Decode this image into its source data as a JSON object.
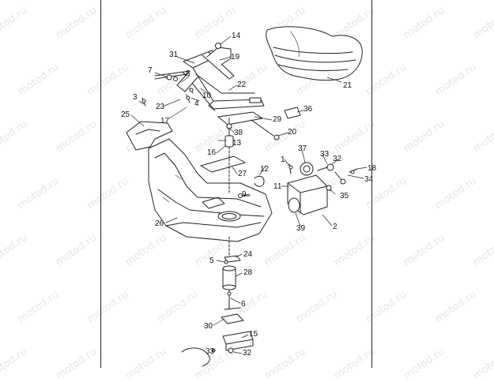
{
  "watermark": "motod.ru",
  "callouts": [
    {
      "id": "14",
      "text": "14"
    },
    {
      "id": "31",
      "text": "31"
    },
    {
      "id": "19",
      "text": "19"
    },
    {
      "id": "21",
      "text": "21"
    },
    {
      "id": "7",
      "text": "7"
    },
    {
      "id": "8",
      "text": "8"
    },
    {
      "id": "22",
      "text": "22"
    },
    {
      "id": "10",
      "text": "10"
    },
    {
      "id": "3",
      "text": "3"
    },
    {
      "id": "4",
      "text": "4"
    },
    {
      "id": "23",
      "text": "23"
    },
    {
      "id": "36",
      "text": "36"
    },
    {
      "id": "17",
      "text": "17"
    },
    {
      "id": "25",
      "text": "25"
    },
    {
      "id": "29",
      "text": "29"
    },
    {
      "id": "38",
      "text": "38"
    },
    {
      "id": "20",
      "text": "20"
    },
    {
      "id": "13",
      "text": "13"
    },
    {
      "id": "37",
      "text": "37"
    },
    {
      "id": "33a",
      "text": "33"
    },
    {
      "id": "16",
      "text": "16"
    },
    {
      "id": "32a",
      "text": "32"
    },
    {
      "id": "1",
      "text": "1"
    },
    {
      "id": "12",
      "text": "12"
    },
    {
      "id": "18",
      "text": "18"
    },
    {
      "id": "34",
      "text": "34"
    },
    {
      "id": "27",
      "text": "27"
    },
    {
      "id": "11",
      "text": "11"
    },
    {
      "id": "9",
      "text": "9"
    },
    {
      "id": "35",
      "text": "35"
    },
    {
      "id": "26",
      "text": "26"
    },
    {
      "id": "39",
      "text": "39"
    },
    {
      "id": "2",
      "text": "2"
    },
    {
      "id": "24",
      "text": "24"
    },
    {
      "id": "5",
      "text": "5"
    },
    {
      "id": "28",
      "text": "28"
    },
    {
      "id": "6",
      "text": "6"
    },
    {
      "id": "30",
      "text": "30"
    },
    {
      "id": "15",
      "text": "15"
    },
    {
      "id": "33b",
      "text": "33"
    },
    {
      "id": "32b",
      "text": "32"
    }
  ]
}
